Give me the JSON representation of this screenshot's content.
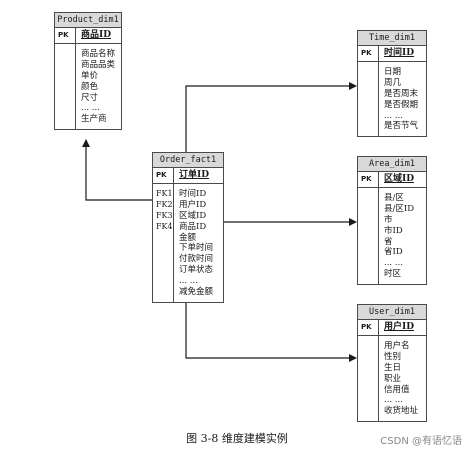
{
  "diagram": {
    "entities": {
      "product": {
        "title": "Product_dim1",
        "pk_label": "PK",
        "pk_field": "商品ID",
        "attributes": [
          "商品名称",
          "商品品类",
          "单价",
          "颜色",
          "尺寸",
          "... ...",
          "生产商"
        ]
      },
      "time": {
        "title": "Time_dim1",
        "pk_label": "PK",
        "pk_field": "时间ID",
        "attributes": [
          "日期",
          "周几",
          "是否周末",
          "是否假期",
          "... ...",
          "是否节气"
        ]
      },
      "order": {
        "title": "Order_fact1",
        "pk_label": "PK",
        "pk_field": "订单ID",
        "fk_labels": [
          "FK1",
          "FK2",
          "FK3",
          "FK4"
        ],
        "attributes": [
          "时间ID",
          "用户ID",
          "区域ID",
          "商品ID",
          "金额",
          "下单时间",
          "付款时间",
          "订单状态",
          "... ...",
          "减免金额"
        ]
      },
      "area": {
        "title": "Area_dim1",
        "pk_label": "PK",
        "pk_field": "区域ID",
        "attributes": [
          "县/区",
          "县/区ID",
          "市",
          "市ID",
          "省",
          "省ID",
          "... ...",
          "时区"
        ]
      },
      "user": {
        "title": "User_dim1",
        "pk_label": "PK",
        "pk_field": "用户ID",
        "attributes": [
          "用户名",
          "性别",
          "生日",
          "职业",
          "信用值",
          "... ...",
          "收货地址"
        ]
      }
    },
    "caption": "图 3-8 维度建模实例",
    "watermark": "CSDN @有语忆语"
  }
}
